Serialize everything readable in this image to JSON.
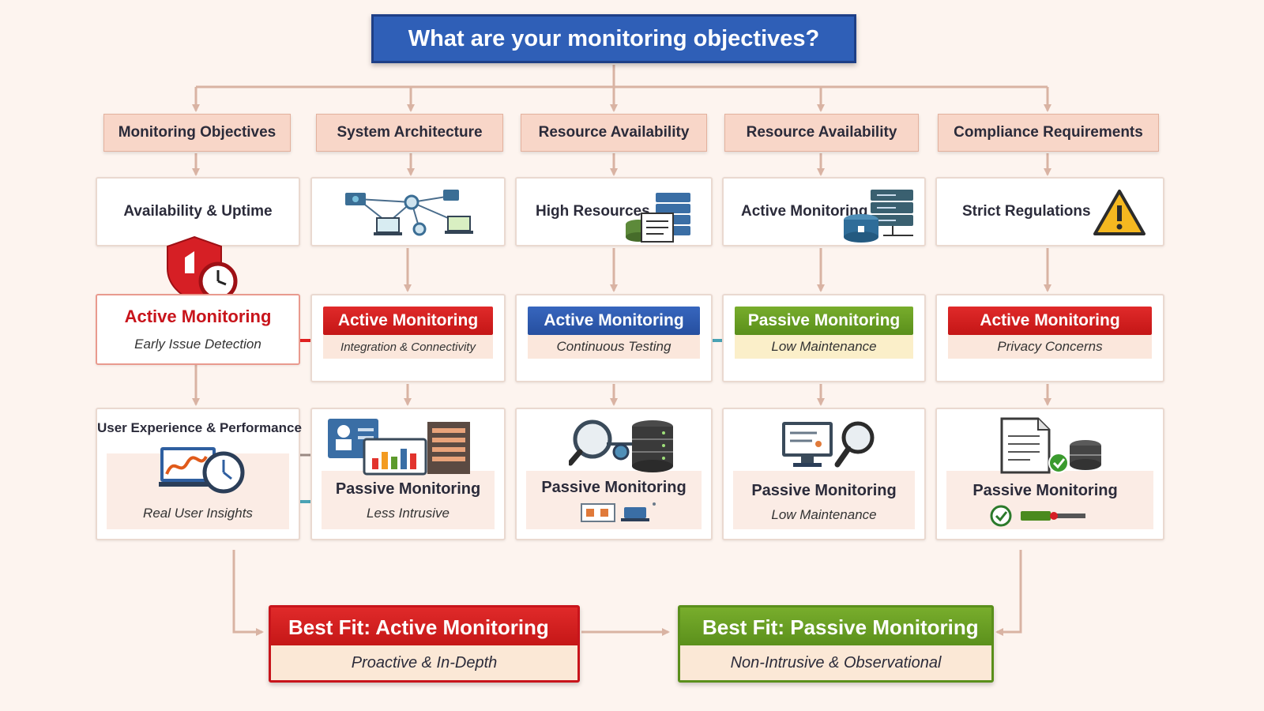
{
  "title": "What are your monitoring objectives?",
  "headers": [
    "Monitoring Objectives",
    "System Architecture",
    "Resource Availability",
    "Resource Availability",
    "Compliance Requirements"
  ],
  "row1": {
    "c1": "Availability & Uptime",
    "c3": "High Resources",
    "c4": "Active Monitoring",
    "c5": "Strict Regulations"
  },
  "row2": [
    {
      "title": "Active Monitoring",
      "sub": "Early Issue Detection"
    },
    {
      "title": "Active Monitoring",
      "sub": "Integration & Connectivity"
    },
    {
      "title": "Active Monitoring",
      "sub": "Continuous Testing"
    },
    {
      "title": "Passive Monitoring",
      "sub": "Low Maintenance"
    },
    {
      "title": "Active Monitoring",
      "sub": "Privacy Concerns"
    }
  ],
  "row3": [
    {
      "title": "User Experience & Performance",
      "sub": "Real User Insights"
    },
    {
      "title": "Passive Monitoring",
      "sub": "Less Intrusive"
    },
    {
      "title": "Passive Monitoring"
    },
    {
      "title": "Passive Monitoring",
      "sub": "Low Maintenance"
    },
    {
      "title": "Passive Monitoring"
    }
  ],
  "best": [
    {
      "title": "Best Fit: Active Monitoring",
      "sub": "Proactive & In-Depth"
    },
    {
      "title": "Best Fit: Passive Monitoring",
      "sub": "Non-Intrusive & Observational"
    }
  ],
  "colors": {
    "title_blue": "#2f5fb7",
    "active_red": "#d81f23",
    "passive_green": "#6a9e24",
    "testing_blue": "#2f5fb7",
    "connector": "#d9b3a3",
    "arrow_red": "#e02020",
    "arrow_teal": "#4aa3b5",
    "header_fill": "#f8d6c8",
    "background": "#fdf4ef"
  },
  "icons": [
    "shield-clock-icon",
    "network-topology-icon",
    "server-document-icon",
    "server-database-icon",
    "warning-triangle-icon",
    "performance-clock-icon",
    "dashboard-reports-icon",
    "magnifier-database-icon",
    "monitor-magnifier-icon",
    "document-database-check-icon"
  ]
}
